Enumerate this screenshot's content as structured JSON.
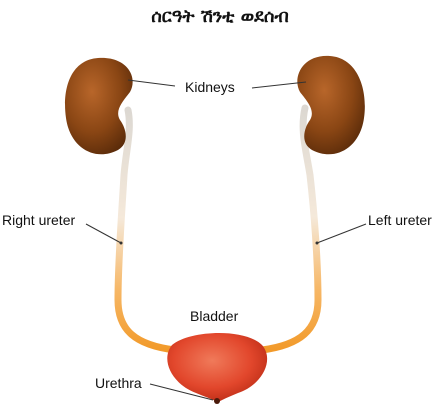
{
  "title": "ሰርዓት ሽንቲ ወደሰብ",
  "labels": {
    "kidneys": "Kidneys",
    "right_ureter": "Right ureter",
    "left_ureter": "Left ureter",
    "bladder": "Bladder",
    "urethra": "Urethra"
  },
  "colors": {
    "kidney": "#8a4614",
    "kidney_highlight": "#b8662a",
    "ureter_top": "#e8e4df",
    "ureter_bottom": "#f3a53a",
    "bladder": "#e2472c",
    "leader_line": "#333333"
  }
}
